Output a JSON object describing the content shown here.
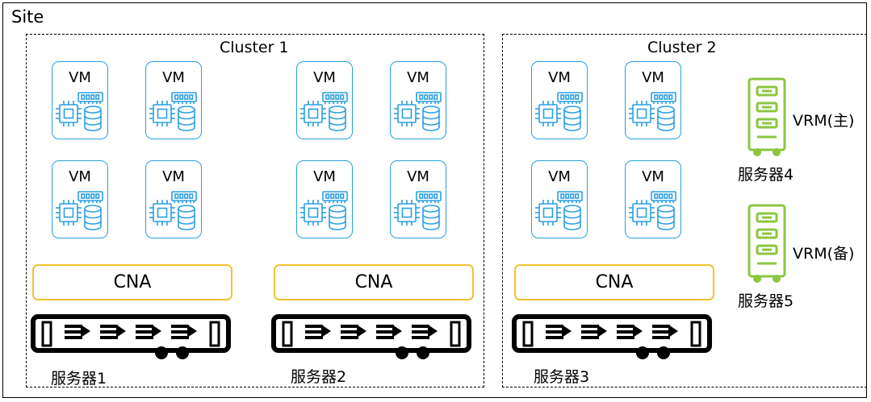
{
  "site": {
    "label": "Site"
  },
  "clusters": [
    {
      "label": "Cluster 1"
    },
    {
      "label": "Cluster 2"
    }
  ],
  "vm": {
    "label": "VM"
  },
  "cna": {
    "label": "CNA"
  },
  "servers": [
    {
      "label": "服务器1"
    },
    {
      "label": "服务器2"
    },
    {
      "label": "服务器3"
    },
    {
      "label": "服务器4"
    },
    {
      "label": "服务器5"
    }
  ],
  "vrm": {
    "primary": "VRM(主)",
    "backup": "VRM(备)"
  },
  "colors": {
    "vm_border": "#2b9fe0",
    "cna_border": "#f2c233",
    "vrm_green": "#8cc63f",
    "server": "#000000"
  }
}
